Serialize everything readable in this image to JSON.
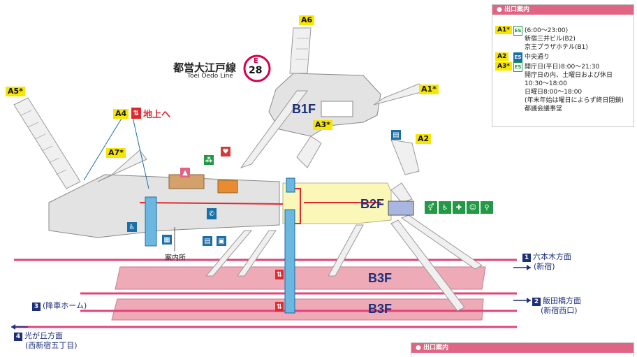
{
  "line": {
    "name": "都営大江戸線",
    "romaji": "Toei Oedo Line",
    "badge_letter": "E",
    "badge_number": "28",
    "color": "#d6004b"
  },
  "floors": {
    "b1": "B1F",
    "b2": "B2F",
    "b3_upper": "B3F",
    "b3_lower": "B3F"
  },
  "exits": {
    "a1": "A1*",
    "a2": "A2",
    "a3": "A3*",
    "a4": "A4",
    "a5": "A5*",
    "a6": "A6",
    "a7": "A7*"
  },
  "to_ground": "地上へ",
  "info_desk": "案内所",
  "directions": [
    {
      "num": "1",
      "line1": "六本木方面",
      "line2": "(新宿)"
    },
    {
      "num": "2",
      "line1": "飯田橋方面",
      "line2": "(新宿西口)"
    },
    {
      "num": "3",
      "line1": "(降車ホーム)"
    },
    {
      "num": "4",
      "line1": "光が丘方面",
      "line2": "(西新宿五丁目)"
    }
  ],
  "exit_panel": {
    "title": "出口案内",
    "rows": [
      {
        "tag": "A1*",
        "icon": "ES",
        "text": "(6:00〜23:00)"
      },
      {
        "tag": "",
        "icon": "",
        "text": "新宿三井ビル(B2)"
      },
      {
        "tag": "",
        "icon": "",
        "text": "京王プラザホテル(B1)"
      },
      {
        "tag": "A2",
        "icon": "ES",
        "text": "中央通り"
      },
      {
        "tag": "A3*",
        "icon": "ES",
        "text": "開庁日(平日)8:00〜21:30"
      },
      {
        "tag": "",
        "icon": "",
        "text": "開庁日の内、土曜日および休日"
      },
      {
        "tag": "",
        "icon": "",
        "text": "10:30〜18:00"
      },
      {
        "tag": "",
        "icon": "",
        "text": "日曜日8:00〜18:00"
      },
      {
        "tag": "",
        "icon": "",
        "text": "(年末年始は曜日によらず終日閉鎖)"
      },
      {
        "tag": "",
        "icon": "",
        "text": "都議会議事堂"
      }
    ]
  },
  "bottom_panel": {
    "title": "出口案内"
  },
  "colors": {
    "platform": "#eeaab7",
    "track": "#e0457a",
    "concourse": "#faf7b8",
    "floor_text": "#1c2f7a",
    "corridor": "#e3e3e3"
  }
}
